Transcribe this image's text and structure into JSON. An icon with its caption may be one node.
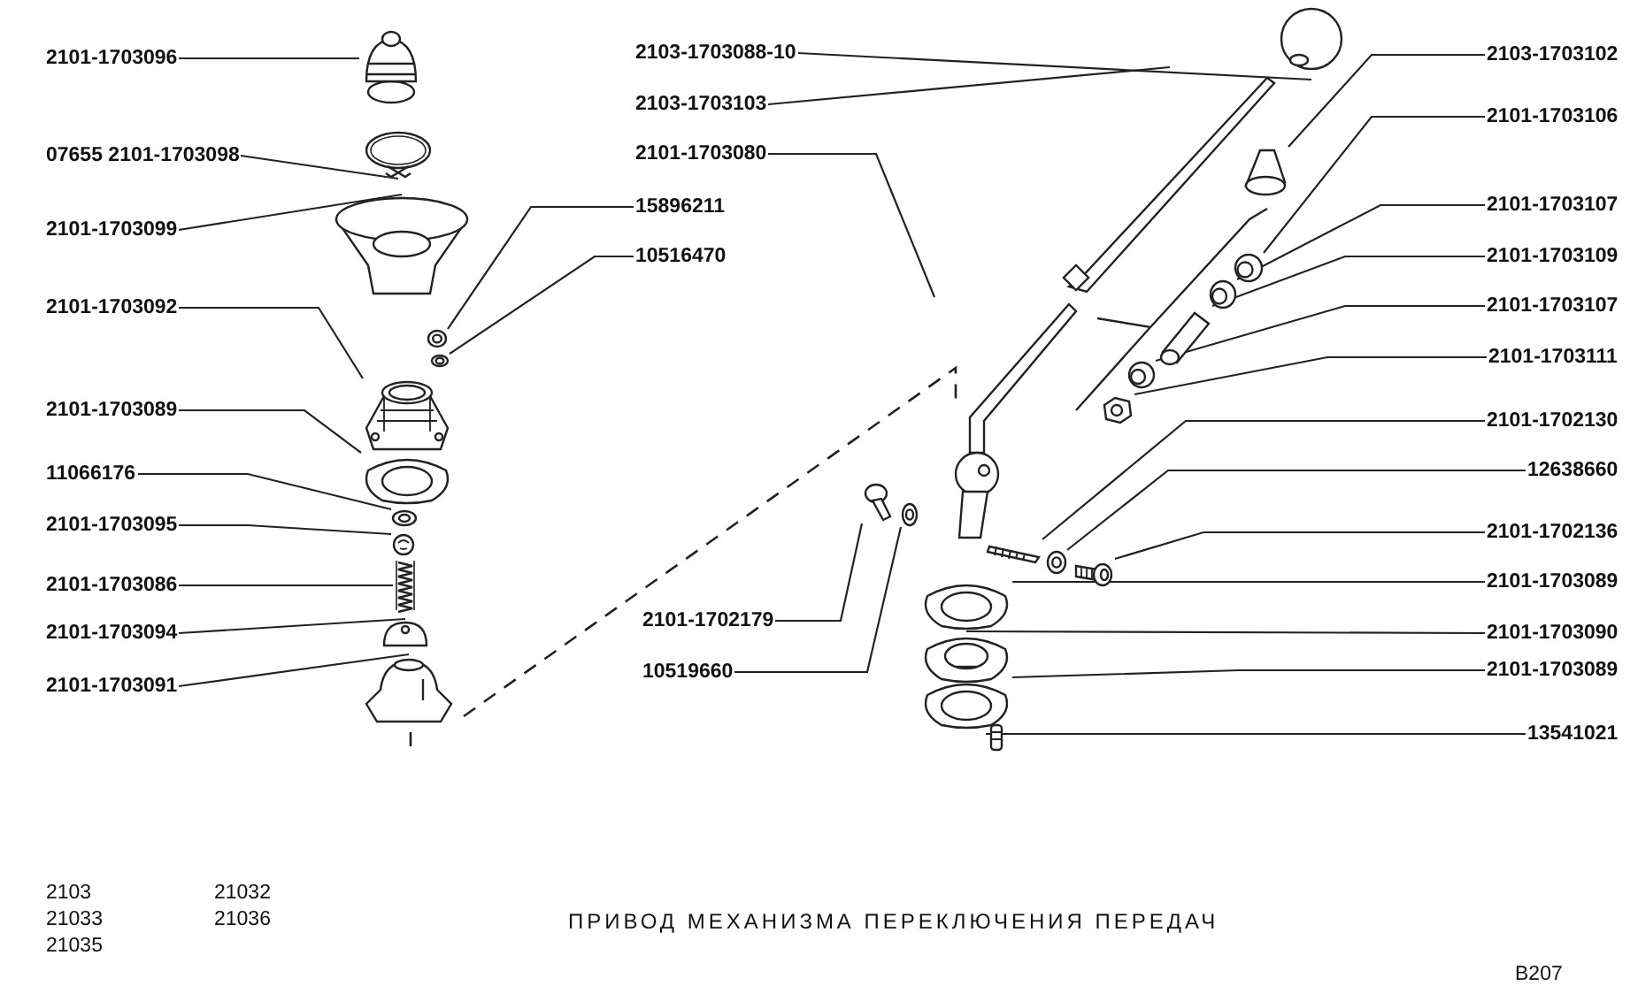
{
  "diagram": {
    "title": "ПРИВОД МЕХАНИЗМА ПЕРЕКЛЮЧЕНИЯ ПЕРЕДАЧ",
    "nodes": [
      {
        "text": [
          "2101-1703096"
        ]
      },
      {
        "text": [
          "07655 2101-1703098"
        ]
      },
      {
        "text": [
          "2101-1703099"
        ]
      },
      {
        "text": [
          "2101-1703092"
        ]
      },
      {
        "text": [
          "2101-1703089"
        ]
      },
      {
        "text": [
          "11066176"
        ]
      },
      {
        "text": [
          "2101-1703095"
        ]
      },
      {
        "text": [
          "2101-1703086"
        ]
      },
      {
        "text": [
          "2101-1703094"
        ]
      },
      {
        "text": [
          "2101-1703091"
        ]
      },
      {
        "text": [
          "15896211"
        ]
      },
      {
        "text": [
          "10516470"
        ]
      },
      {
        "text": [
          "2103-1703088-10"
        ]
      },
      {
        "text": [
          "2103-1703103"
        ]
      },
      {
        "text": [
          "2101-1703080"
        ]
      },
      {
        "text": [
          "2101-1702179"
        ]
      },
      {
        "text": [
          "10519660"
        ]
      },
      {
        "text": [
          "2103-1703102"
        ]
      },
      {
        "text": [
          "2101-1703106"
        ]
      },
      {
        "text": [
          "2101-1703107"
        ]
      },
      {
        "text": [
          "2101-1703109"
        ]
      },
      {
        "text": [
          "2101-1703107"
        ]
      },
      {
        "text": [
          "2101-1703111"
        ]
      },
      {
        "text": [
          "2101-1702130"
        ]
      },
      {
        "text": [
          "12638660"
        ]
      },
      {
        "text": [
          "2101-1702136"
        ]
      },
      {
        "text": [
          "2101-1703089"
        ]
      },
      {
        "text": [
          "2101-1703090"
        ]
      },
      {
        "text": [
          "2101-1703089"
        ]
      },
      {
        "text": [
          "13541021"
        ]
      },
      {
        "text": [],
        "shape": "picture"
      },
      {
        "text": [],
        "shape": "picture"
      },
      {
        "text": [],
        "shape": "picture"
      },
      {
        "text": [],
        "shape": "picture"
      },
      {
        "text": [],
        "shape": "picture"
      },
      {
        "text": [],
        "shape": "picture"
      },
      {
        "text": [],
        "shape": "picture"
      },
      {
        "text": [],
        "shape": "picture"
      },
      {
        "text": [],
        "shape": "picture"
      },
      {
        "text": [],
        "shape": "picture"
      },
      {
        "text": [],
        "shape": "picture"
      },
      {
        "text": [],
        "shape": "picture"
      },
      {
        "text": [],
        "shape": "picture"
      },
      {
        "text": [],
        "shape": "picture"
      },
      {
        "text": [],
        "shape": "picture"
      },
      {
        "text": [],
        "shape": "picture"
      },
      {
        "text": [],
        "shape": "picture"
      },
      {
        "text": [],
        "shape": "picture"
      },
      {
        "text": [],
        "shape": "picture"
      },
      {
        "text": [],
        "shape": "picture"
      },
      {
        "text": [],
        "shape": "picture"
      },
      {
        "text": [],
        "shape": "picture"
      },
      {
        "text": [],
        "shape": "picture"
      },
      {
        "text": [],
        "shape": "picture"
      },
      {
        "text": [],
        "shape": "picture"
      },
      {
        "text": [],
        "shape": "picture"
      },
      {
        "text": [],
        "shape": "picture"
      },
      {
        "text": [],
        "shape": "picture"
      },
      {
        "text": [],
        "shape": "picture"
      },
      {
        "text": [],
        "shape": "picture"
      }
    ],
    "edges": [
      {
        "from": 0,
        "to": 30,
        "arrow": "none"
      },
      {
        "from": 1,
        "to": 31,
        "arrow": "none"
      },
      {
        "from": 2,
        "to": 32,
        "arrow": "none"
      },
      {
        "from": 3,
        "to": 33,
        "arrow": "none"
      },
      {
        "from": 4,
        "to": 34,
        "arrow": "none"
      },
      {
        "from": 5,
        "to": 35,
        "arrow": "none"
      },
      {
        "from": 6,
        "to": 36,
        "arrow": "none"
      },
      {
        "from": 7,
        "to": 37,
        "arrow": "none"
      },
      {
        "from": 8,
        "to": 38,
        "arrow": "none"
      },
      {
        "from": 9,
        "to": 39,
        "arrow": "none"
      },
      {
        "from": 10,
        "to": 40,
        "arrow": "none"
      },
      {
        "from": 11,
        "to": 41,
        "arrow": "none"
      },
      {
        "from": 12,
        "to": 42,
        "arrow": "none"
      },
      {
        "from": 13,
        "to": 43,
        "arrow": "none"
      },
      {
        "from": 14,
        "to": 44,
        "arrow": "none"
      },
      {
        "from": 15,
        "to": 45,
        "arrow": "none"
      },
      {
        "from": 16,
        "to": 46,
        "arrow": "none"
      },
      {
        "from": 17,
        "to": 47,
        "arrow": "none"
      },
      {
        "from": 18,
        "to": 48,
        "arrow": "none"
      },
      {
        "from": 19,
        "to": 49,
        "arrow": "none"
      },
      {
        "from": 20,
        "to": 50,
        "arrow": "none"
      },
      {
        "from": 21,
        "to": 51,
        "arrow": "none"
      },
      {
        "from": 22,
        "to": 52,
        "arrow": "none"
      },
      {
        "from": 23,
        "to": 53,
        "arrow": "none"
      },
      {
        "from": 24,
        "to": 54,
        "arrow": "none"
      },
      {
        "from": 25,
        "to": 55,
        "arrow": "none"
      },
      {
        "from": 26,
        "to": 56,
        "arrow": "none"
      },
      {
        "from": 27,
        "to": 57,
        "arrow": "none"
      },
      {
        "from": 28,
        "to": 58,
        "arrow": "none"
      },
      {
        "from": 29,
        "to": 59,
        "arrow": "none"
      }
    ],
    "labels": [
      "2103",
      "21032",
      "21033",
      "21036",
      "21035",
      "B207"
    ]
  }
}
